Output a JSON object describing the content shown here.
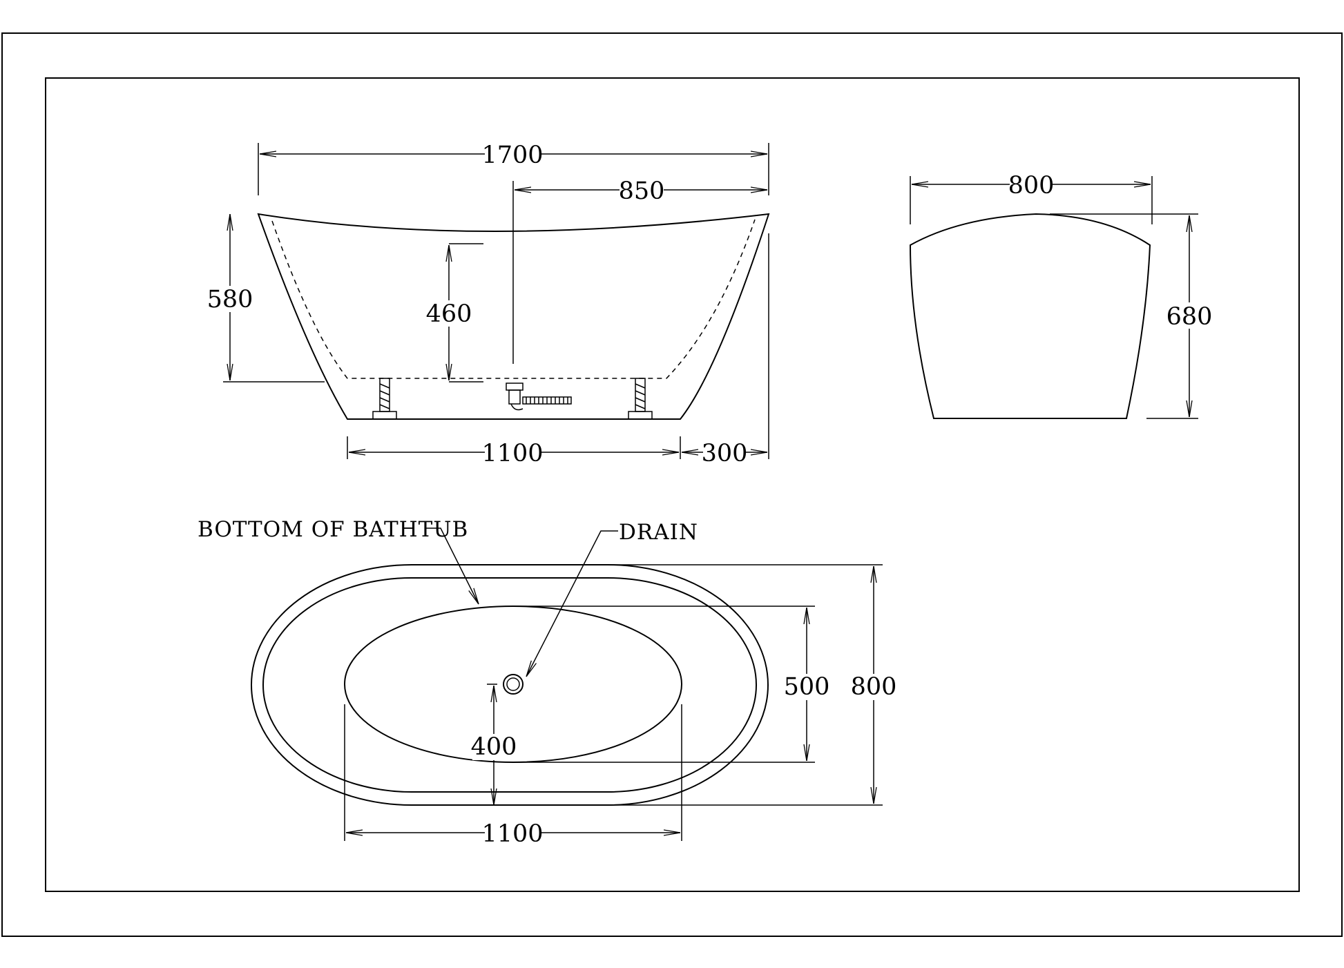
{
  "side_view": {
    "overall_length": "1700",
    "center_offset": "850",
    "total_height": "580",
    "inner_depth": "460",
    "base_length": "1100",
    "base_offset": "300"
  },
  "end_view": {
    "width": "800",
    "height": "680"
  },
  "top_view": {
    "bottom_label": "BOTTOM OF BATHTUB",
    "drain_label": "DRAIN",
    "inner_width": "500",
    "outer_width": "800",
    "drain_offset": "400",
    "inner_length": "1100"
  }
}
